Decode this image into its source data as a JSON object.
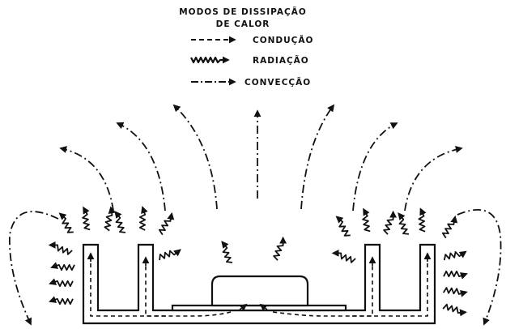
{
  "legend": {
    "title_line1": "MODOS DE DISSIPAÇÃO",
    "title_line2": "DE CALOR",
    "items": [
      {
        "label": "CONDUÇÃO",
        "style": "dashed"
      },
      {
        "label": "RADIAÇÃO",
        "style": "zigzag"
      },
      {
        "label": "CONVECÇÃO",
        "style": "dash-dot"
      }
    ]
  },
  "colors": {
    "ink": "#111111",
    "paper": "#ffffff"
  }
}
